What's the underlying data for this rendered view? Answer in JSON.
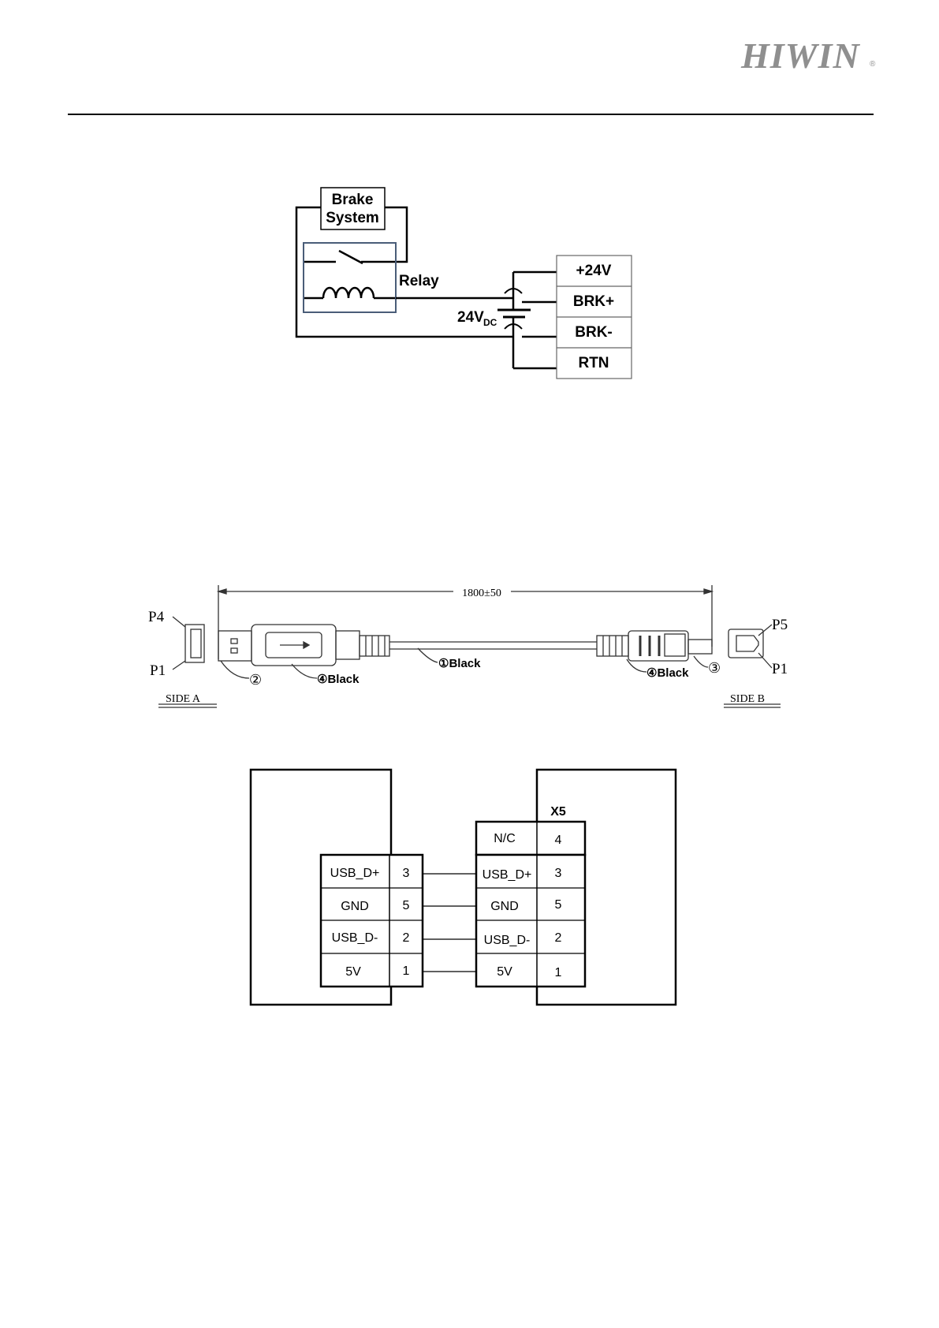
{
  "header": {
    "logo": "HIWIN",
    "logo_mark": "®"
  },
  "brake_diagram": {
    "brake_box": [
      "Brake",
      "System"
    ],
    "relay_label": "Relay",
    "supply_label": "24V",
    "supply_sub": "DC",
    "terminals": [
      "+24V",
      "BRK+",
      "BRK-",
      "RTN"
    ]
  },
  "usb_cable": {
    "length": "1800±50",
    "side_a": {
      "label": "SIDE A",
      "pins": [
        "P4",
        "P1"
      ]
    },
    "side_b": {
      "label": "SIDE B",
      "pins": [
        "P5",
        "P1"
      ]
    },
    "callouts": [
      "②",
      "④Black",
      "①Black",
      "④Black",
      "③"
    ]
  },
  "usb_wiring": {
    "connector_title": "X5",
    "left_rows": [
      {
        "signal": "USB_D+",
        "pin": "3"
      },
      {
        "signal": "GND",
        "pin": "5"
      },
      {
        "signal": "USB_D-",
        "pin": "2"
      },
      {
        "signal": "5V",
        "pin": "1"
      }
    ],
    "right_nc": {
      "signal": "N/C",
      "pin": "4"
    },
    "right_rows": [
      {
        "signal": "USB_D+",
        "pin": "3"
      },
      {
        "signal": "GND",
        "pin": "5"
      },
      {
        "signal": "USB_D-",
        "pin": "2"
      },
      {
        "signal": "5V",
        "pin": "1"
      }
    ]
  }
}
